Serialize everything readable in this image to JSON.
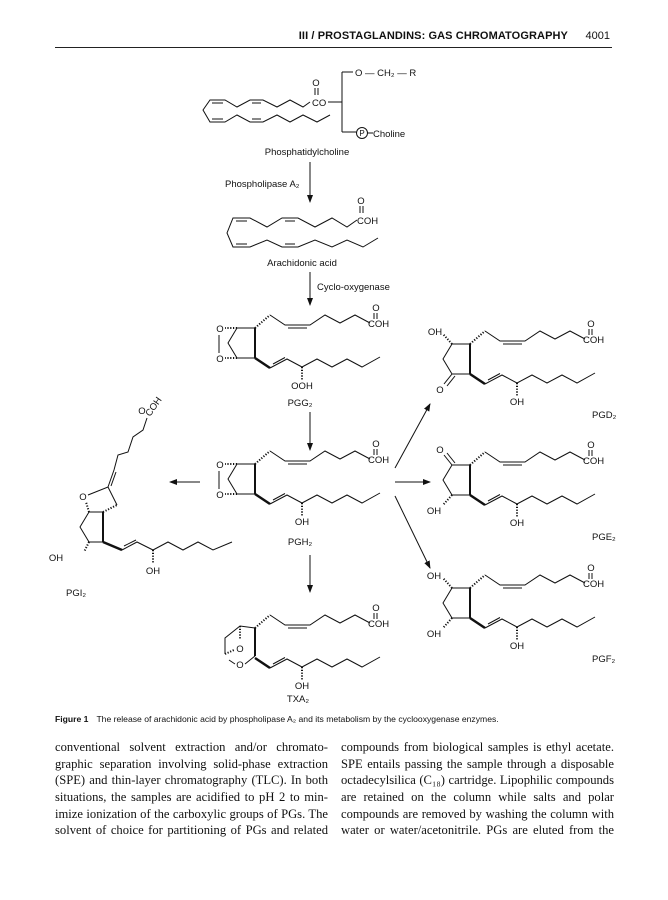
{
  "header": {
    "running_title": "III / PROSTAGLANDINS: GAS CHROMATOGRAPHY",
    "page_number": "4001"
  },
  "figure": {
    "labels": {
      "o": "O",
      "oh": "OH",
      "ooh": "OOH",
      "coh": "COH",
      "co": "CO",
      "och2r": "O — CH₂ — R",
      "p": "P",
      "choline": "Choline"
    },
    "compounds": {
      "phosphatidylcholine": "Phosphatidylcholine",
      "arachidonic_acid": "Arachidonic acid",
      "pgg2": "PGG₂",
      "pgh2": "PGH₂",
      "txa2": "TXA₂",
      "pgi2": "PGI₂",
      "pgd2": "PGD₂",
      "pge2": "PGE₂",
      "pgf2": "PGF₂"
    },
    "enzymes": {
      "phospholipase": "Phospholipase  A₂",
      "cyclooxygenase": "Cyclo-oxygenase"
    },
    "caption_label": "Figure 1",
    "caption_text": "The release of arachidonic acid by phospholipase A₂ and its metabolism by the cyclooxygenase enzymes."
  },
  "body": {
    "left_lines": [
      "conventional solvent extraction and/or chromato-",
      "graphic separation involving solid-phase extraction",
      "(SPE) and thin-layer chromatography (TLC). In both",
      "situations, the samples are acidified to pH 2 to min-",
      "imize ionization of the carboxylic groups of PGs. The",
      "solvent of choice for partitioning of PGs and related"
    ],
    "right_lines": [
      "compounds from biological samples is ethyl acetate.",
      "SPE entails passing the sample through a disposable",
      "octadecylsilica (C₁₈) cartridge. Lipophilic compounds",
      "are retained on the column while salts and polar",
      "compounds are removed by washing the column with",
      "water or water/acetonitrile. PGs are eluted from the"
    ]
  }
}
